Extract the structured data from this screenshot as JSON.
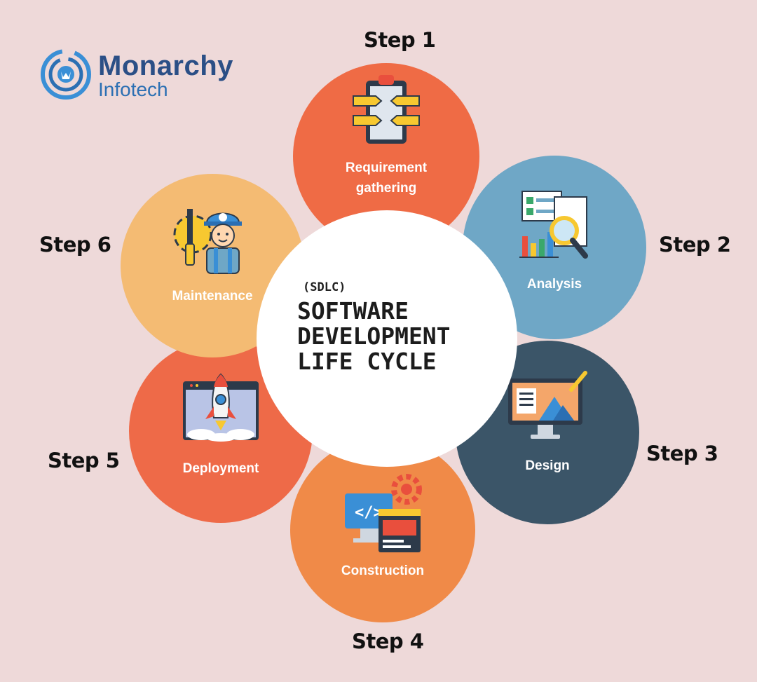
{
  "brand": {
    "name_line1": "Monarchy",
    "name_line2": "Infotech"
  },
  "center": {
    "abbr": "(SDLC)",
    "title_lines": [
      "SOFTWARE",
      "DEVELOPMENT",
      "LIFE CYCLE"
    ]
  },
  "steps": [
    {
      "step": "Step 1",
      "label": [
        "Requirement",
        "gathering"
      ],
      "color": "#ef6b45",
      "icon": "clipboard-arrows-icon"
    },
    {
      "step": "Step 2",
      "label": [
        "Analysis"
      ],
      "color": "#6fa7c6",
      "icon": "document-magnifier-icon"
    },
    {
      "step": "Step 3",
      "label": [
        "Design"
      ],
      "color": "#3b5568",
      "icon": "monitor-design-icon"
    },
    {
      "step": "Step 4",
      "label": [
        "Construction"
      ],
      "color": "#f08a48",
      "icon": "code-window-icon"
    },
    {
      "step": "Step 5",
      "label": [
        "Deployment"
      ],
      "color": "#ee6a48",
      "icon": "rocket-window-icon"
    },
    {
      "step": "Step 6",
      "label": [
        "Maintenance"
      ],
      "color": "#f4bb73",
      "icon": "engineer-icon"
    }
  ]
}
